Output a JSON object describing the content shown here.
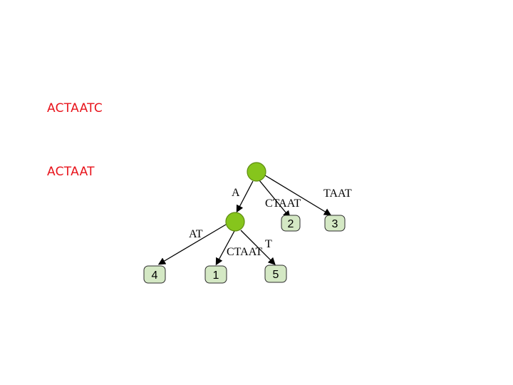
{
  "strings": {
    "first": "ACTAATC",
    "second": "ACTAAT"
  },
  "tree": {
    "colors": {
      "internal_fill": "#86c51c",
      "internal_stroke": "#5e8d10",
      "leaf_fill": "#d4e8c4",
      "leaf_stroke": "#2e2e2e",
      "edge": "#000000"
    },
    "edge_labels": {
      "root_to_inner": "A",
      "root_to_leaf2": "CTAAT",
      "root_to_leaf3": "TAAT",
      "inner_to_leaf4": "AT",
      "inner_to_leaf1": "CTAAT",
      "inner_to_leaf5": "T"
    },
    "leaves": {
      "leaf_2": "2",
      "leaf_3": "3",
      "leaf_4": "4",
      "leaf_1": "1",
      "leaf_5": "5"
    }
  }
}
